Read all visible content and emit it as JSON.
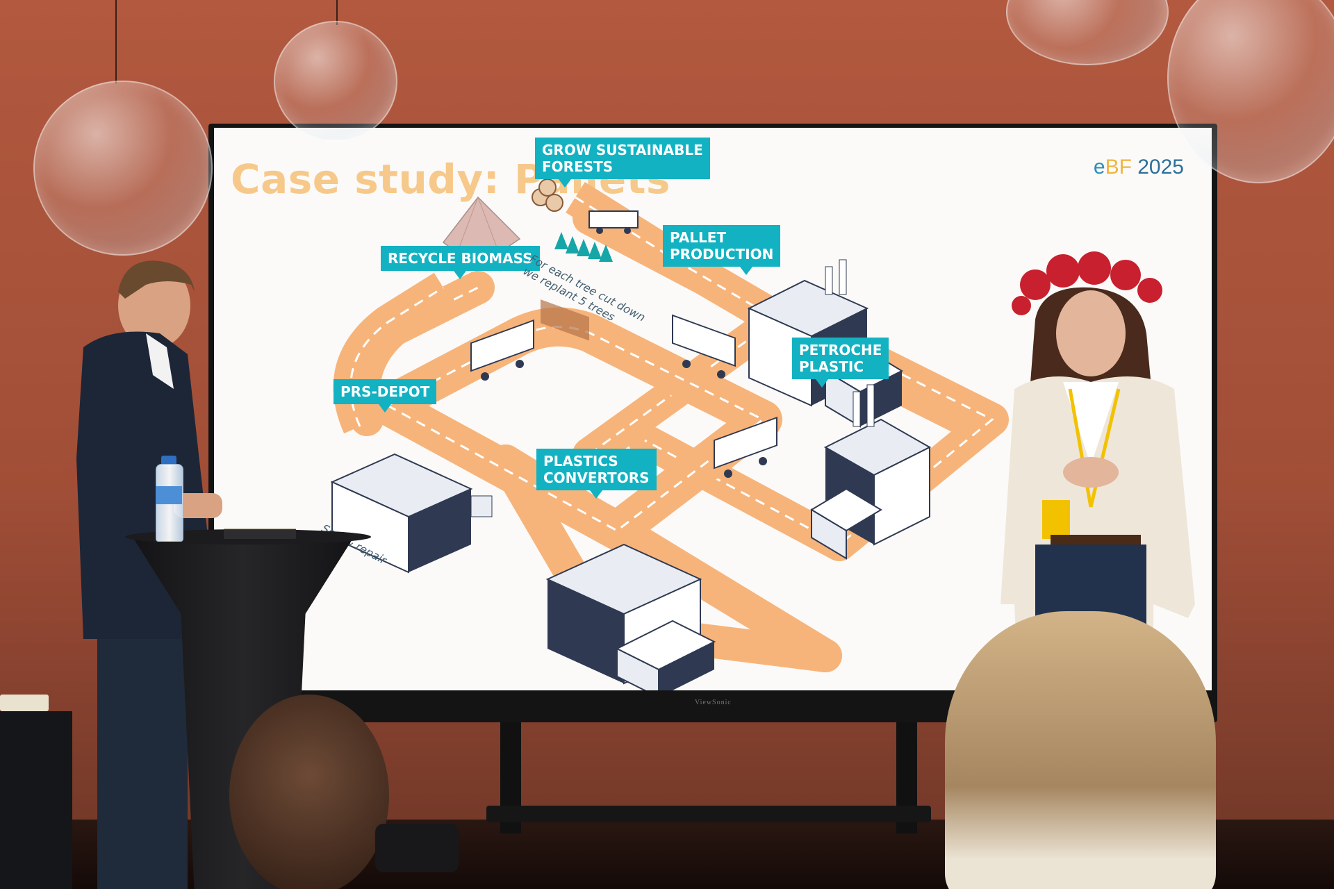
{
  "slide": {
    "title": "Case study: Pallets",
    "logo": {
      "e": "e",
      "bf": "BF",
      "year": "2025"
    },
    "labels": {
      "grow": "GROW SUSTAINABLE\nFORESTS",
      "recycle": "RECYCLE BIOMASS",
      "pallet": "PALLET\nPRODUCTION",
      "petro": "PETROCHE\nPLASTIC",
      "depot": "PRS-DEPOT",
      "plastics": "PLASTICS\nCONVERTORS"
    },
    "notes": {
      "replant": "For each tree cut down\nwe replant 5 trees",
      "sort": "Sort & repair"
    }
  },
  "tv": {
    "brand": "ViewSonic"
  },
  "colors": {
    "wall": "#a8553e",
    "slide_title": "#f6c98a",
    "label_bg": "#12b2c2",
    "road": "#f7b47a",
    "building": "#2f3a52",
    "brand_blue": "#2b8fb8",
    "brand_yellow": "#f2b53a"
  }
}
